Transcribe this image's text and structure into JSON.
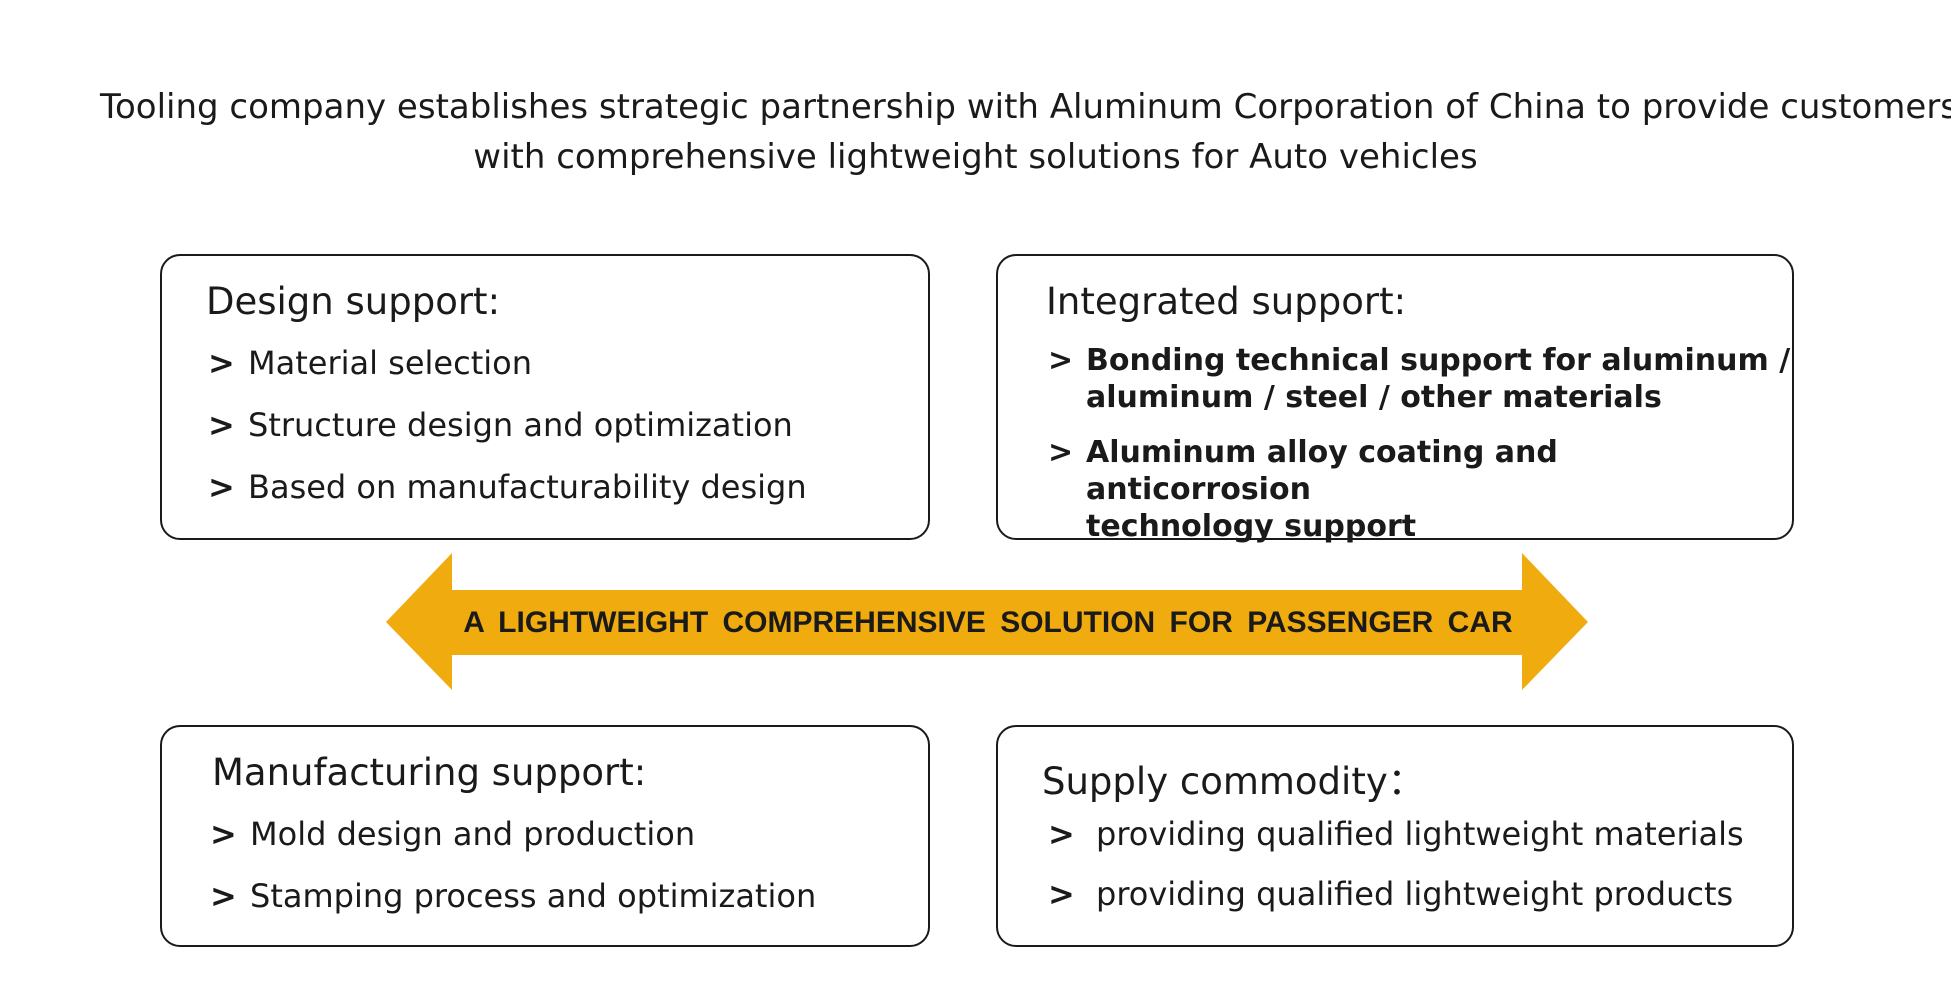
{
  "headline": {
    "line1": "Tooling company establishes strategic partnership with Aluminum Corporation of China to provide customers",
    "line2": "with comprehensive lightweight solutions for Auto vehicles"
  },
  "design": {
    "title": "Design support:",
    "items": [
      "Material selection",
      "Structure design and optimization",
      "Based on manufacturability design"
    ]
  },
  "integrated": {
    "title": "Integrated support:",
    "items": [
      "Bonding technical support for aluminum /\naluminum / steel / other materials",
      "Aluminum alloy coating and anticorrosion\ntechnology support"
    ]
  },
  "banner": {
    "label": "A LIGHTWEIGHT COMPREHENSIVE SOLUTION FOR PASSENGER CAR",
    "color": "#F0AB0E"
  },
  "manufacturing": {
    "title": "Manufacturing support:",
    "items": [
      "Mold design and production",
      "Stamping process and optimization"
    ]
  },
  "supply": {
    "title": "Supply commodity：",
    "items": [
      "providing qualified lightweight materials",
      "providing qualified lightweight products"
    ]
  },
  "bullet": ">"
}
